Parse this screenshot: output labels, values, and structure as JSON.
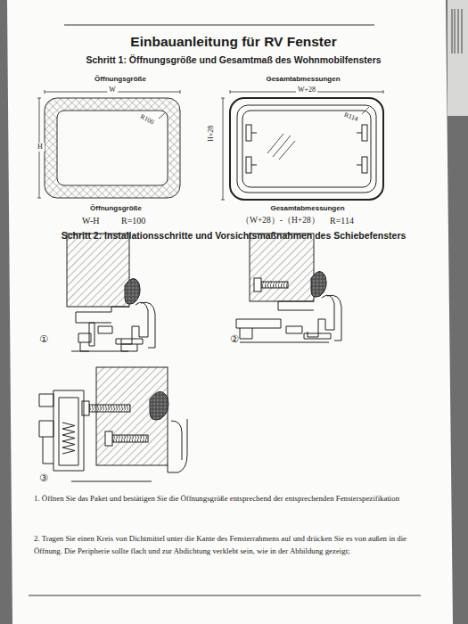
{
  "diagram": {
    "title": "Einbauanleitung für RV Fenster",
    "labels": [
      "Schritt 1: Öffnungsgröße und Gesamtmaß des Wohnmobilfensters",
      "Öffnungsgröße",
      "Gesamtabmessungen",
      "W",
      "H",
      "R100",
      "W+28",
      "H+28",
      "R114",
      "Öffnungsgröße",
      "Gesamtabmessungen",
      "W-H",
      "R=100",
      "（W+28）-（H+28）",
      "R=114",
      "Schritt 2: Installationsschritte und Vorsichtsmaßnahmen des Schiebefensters",
      "①",
      "②",
      "③",
      "1. Öffnen Sie das Paket und bestätigen Sie die Öffnungsgröße entsprechend der entsprechenden Fensterspezifikation",
      "2. Tragen Sie einen Kreis von Dichtmittel unter die Kante des Fensterrahmens auf und drücken Sie es von außen in die Öffnung. Die Peripherie sollte flach und zur Abdichtung verklebt sein, wie in der Abbildung gezeigt;"
    ]
  }
}
